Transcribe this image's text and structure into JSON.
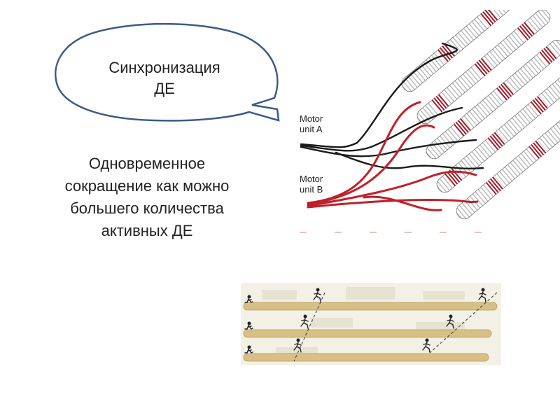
{
  "bubble": {
    "line1": "Синхронизация",
    "line2": "ДЕ",
    "fill": "#ffffff",
    "stroke": "#3b5b86"
  },
  "description": {
    "lines": [
      "Одновременное",
      "сокращение как можно",
      "большего количества",
      "активных ДЕ"
    ]
  },
  "motor_diagram": {
    "label_a_line1": "Motor",
    "label_a_line2": "unit A",
    "label_b_line1": "Motor",
    "label_b_line2": "unit B",
    "unit_a_color": "#1a1a1a",
    "unit_b_color": "#c0202a",
    "fiber_stripe_color": "#9e1b2a"
  },
  "runners_illustration": {
    "lanes": 3,
    "rod_color": "#d8bf86",
    "background": "#f3f1e6"
  }
}
